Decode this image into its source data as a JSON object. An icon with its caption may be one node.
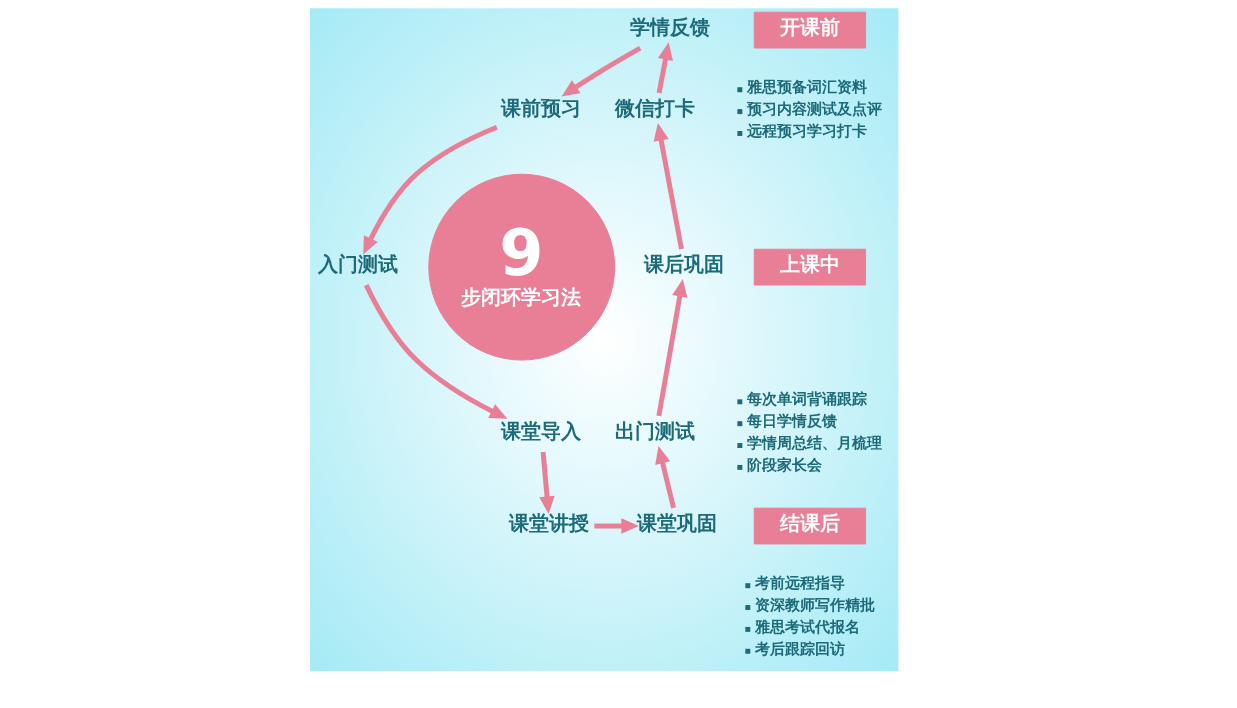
{
  "diagram": {
    "nodes": [
      {
        "text": [
          "课前预习"
        ]
      },
      {
        "text": [
          "入门测试"
        ]
      },
      {
        "text": [
          "课堂导入"
        ]
      },
      {
        "text": [
          "课堂讲授"
        ]
      },
      {
        "text": [
          "课堂巩固"
        ]
      },
      {
        "text": [
          "出门测试"
        ]
      },
      {
        "text": [
          "课后巩固"
        ]
      },
      {
        "text": [
          "微信打卡"
        ]
      },
      {
        "text": [
          "学情反馈"
        ]
      },
      {
        "text": [
          "9",
          "步闭环学习法"
        ]
      },
      {
        "text": [
          "开课前"
        ],
        "beside": [
          "雅思预备词汇资料",
          "预习内容测试及点评",
          "远程预习学习打卡"
        ]
      },
      {
        "text": [
          "上课中"
        ],
        "beside": [
          "每次单词背诵跟踪",
          "每日学情反馈",
          "学情周总结、月梳理",
          "阶段家长会"
        ]
      },
      {
        "text": [
          "结课后"
        ],
        "beside": [
          "考前远程指导",
          "资深教师写作精批",
          "雅思考试代报名",
          "考后跟踪回访"
        ]
      }
    ],
    "edges": [
      {
        "from": 0,
        "to": 1,
        "arrow": "to"
      },
      {
        "from": 1,
        "to": 2,
        "arrow": "to"
      },
      {
        "from": 2,
        "to": 3,
        "arrow": "to"
      },
      {
        "from": 3,
        "to": 4,
        "arrow": "to"
      },
      {
        "from": 4,
        "to": 5,
        "arrow": "to"
      },
      {
        "from": 5,
        "to": 6,
        "arrow": "to"
      },
      {
        "from": 6,
        "to": 7,
        "arrow": "to"
      },
      {
        "from": 7,
        "to": 8,
        "arrow": "to"
      },
      {
        "from": 8,
        "to": 0,
        "arrow": "to"
      }
    ]
  }
}
